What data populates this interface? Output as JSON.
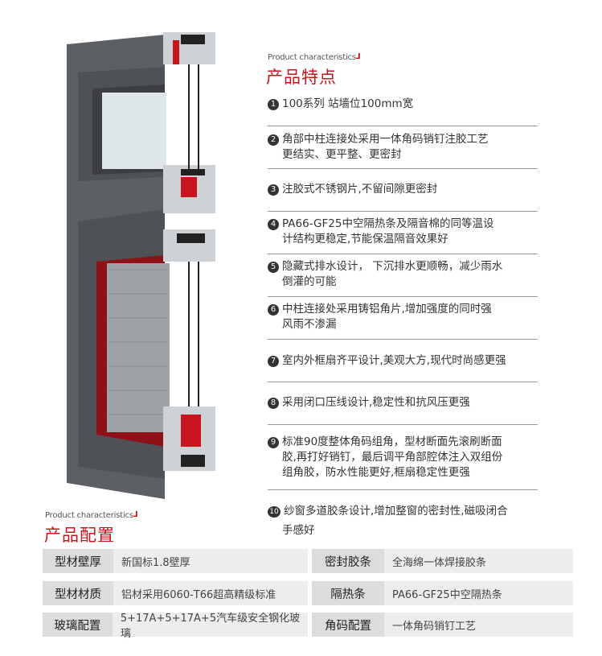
{
  "features_section": {
    "subtitle": "Product characteristics",
    "title": "产品特点",
    "items": [
      {
        "num": "1",
        "lines": [
          "100系列 站墙位100mm宽"
        ]
      },
      {
        "num": "2",
        "lines": [
          "角部中柱连接处采用一体角码销钉注胶工艺",
          "更结实、更平整、更密封"
        ]
      },
      {
        "num": "3",
        "lines": [
          "注胶式不锈钢片,不留间隙更密封"
        ]
      },
      {
        "num": "4",
        "lines": [
          "PA66-GF25中空隔热条及隔音棉的同等温设",
          "计结构更稳定,节能保温隔音效果好"
        ]
      },
      {
        "num": "5",
        "lines": [
          "隐藏式排水设计， 下沉排水更顺畅，减少雨水",
          "倒灌的可能"
        ]
      },
      {
        "num": "6",
        "lines": [
          "中柱连接处采用铸铝角片,增加强度的同时强",
          "风雨不渗漏"
        ]
      },
      {
        "num": "7",
        "lines": [
          "室内外框扇齐平设计,美观大方,现代时尚感更强"
        ]
      },
      {
        "num": "8",
        "lines": [
          "采用闭口压线设计,稳定性和抗风压更强"
        ]
      },
      {
        "num": "9",
        "lines": [
          "标准90度整体角码组角，型材断面先滚刷断面",
          "胶,再打好销钉，最后调平角部腔体注入双组份",
          "组角胶，防水性能更好,框扇稳定性更强"
        ]
      },
      {
        "num": "10",
        "lines": [
          "纱窗多道胶条设计,增加整窗的密封性,磁吸闭合",
          "手感好"
        ]
      }
    ]
  },
  "config_section": {
    "subtitle": "Product characteristics",
    "title": "产品配置",
    "rows": [
      {
        "label": "型材壁厚",
        "value": "新国标1.8壁厚"
      },
      {
        "label": "密封胶条",
        "value": "全海绵一体焊接胶条"
      },
      {
        "label": "型材材质",
        "value": "铝材采用6060-T66超高精级标准"
      },
      {
        "label": "隔热条",
        "value": "PA66-GF25中空隔热条"
      },
      {
        "label": "玻璃配置",
        "value": "5+17A+5+17A+5汽车级安全钢化玻璃"
      },
      {
        "label": "角码配置",
        "value": "一体角码销钉工艺"
      }
    ]
  },
  "colors": {
    "accent": "#c8141e",
    "frame": "#5a5d62"
  }
}
